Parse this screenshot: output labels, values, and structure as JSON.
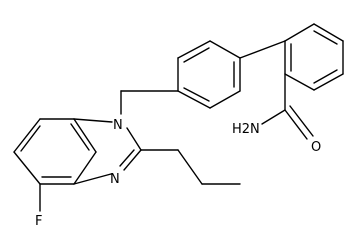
{
  "molecule": {
    "atoms": {
      "nitrogen_top": "N",
      "nitrogen_bottom": "N",
      "fluorine": "F",
      "amide_nh2": "H2N",
      "amide_oxygen": "O"
    },
    "colors": {
      "bond": "#000000",
      "label": "#000000",
      "background": "#ffffff"
    }
  }
}
